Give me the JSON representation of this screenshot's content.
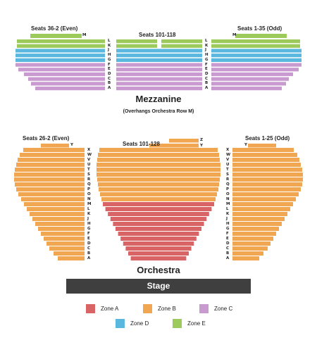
{
  "colors": {
    "zone_a": "#d96466",
    "zone_b": "#f1a652",
    "zone_c": "#c99ad0",
    "zone_d": "#5ab7de",
    "zone_e": "#9ccb5b",
    "stage": "#3f3f3f"
  },
  "mezzanine": {
    "title": "Mezzanine",
    "subtitle": "(Overhangs Orchestra Row M)",
    "left_label": "Seats 36-2 (Even)",
    "center_label": "Seats 101-118",
    "right_label": "Seats 1-35 (Odd)",
    "m_label": "M",
    "rows": [
      "L",
      "K",
      "J",
      "H",
      "G",
      "F",
      "E",
      "D",
      "C",
      "B",
      "A"
    ],
    "row_zones": [
      "E",
      "E",
      "D",
      "D",
      "D",
      "C",
      "C",
      "C",
      "C",
      "C",
      "C"
    ]
  },
  "orchestra": {
    "title": "Orchestra",
    "left_label": "Seats 26-2 (Even)",
    "center_label": "Seats 101-128",
    "right_label": "Seats 1-25 (Odd)",
    "top_rows": [
      "Z",
      "Y"
    ],
    "y_label": "Y",
    "rows": [
      "X",
      "W",
      "V",
      "U",
      "T",
      "S",
      "R",
      "Q",
      "P",
      "O",
      "N",
      "M",
      "L",
      "K",
      "J",
      "H",
      "G",
      "F",
      "E",
      "D",
      "C",
      "B",
      "A"
    ]
  },
  "stage": {
    "label": "Stage"
  },
  "legend": [
    {
      "label": "Zone A",
      "color": "#d96466"
    },
    {
      "label": "Zone B",
      "color": "#f1a652"
    },
    {
      "label": "Zone C",
      "color": "#c99ad0"
    },
    {
      "label": "Zone D",
      "color": "#5ab7de"
    },
    {
      "label": "Zone E",
      "color": "#9ccb5b"
    }
  ]
}
